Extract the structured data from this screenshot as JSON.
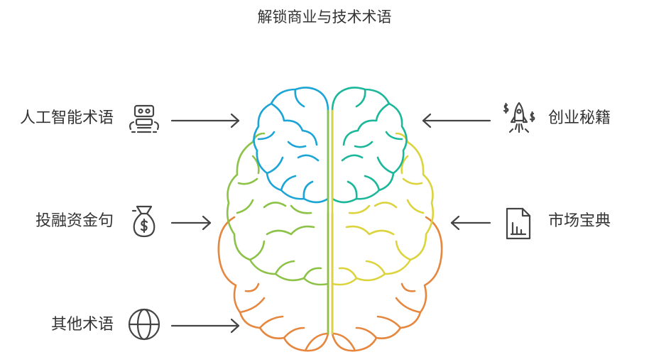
{
  "title": "解锁商业与技术术语",
  "brain": {
    "colors": {
      "top_left": "#1ba5d6",
      "top_right": "#1bb79a",
      "middle_left": "#8dc248",
      "middle_right": "#dcd43e",
      "bottom": "#e6873f"
    }
  },
  "left_items": [
    {
      "label": "人工智能术语",
      "icon": "robot-icon"
    },
    {
      "label": "投融资金句",
      "icon": "money-bag-icon"
    },
    {
      "label": "其他术语",
      "icon": "globe-icon"
    }
  ],
  "right_items": [
    {
      "label": "创业秘籍",
      "icon": "rocket-icon"
    },
    {
      "label": "市场宝典",
      "icon": "chart-document-icon"
    }
  ],
  "colors": {
    "text": "#333333",
    "arrow": "#444444",
    "icon": "#444444"
  }
}
